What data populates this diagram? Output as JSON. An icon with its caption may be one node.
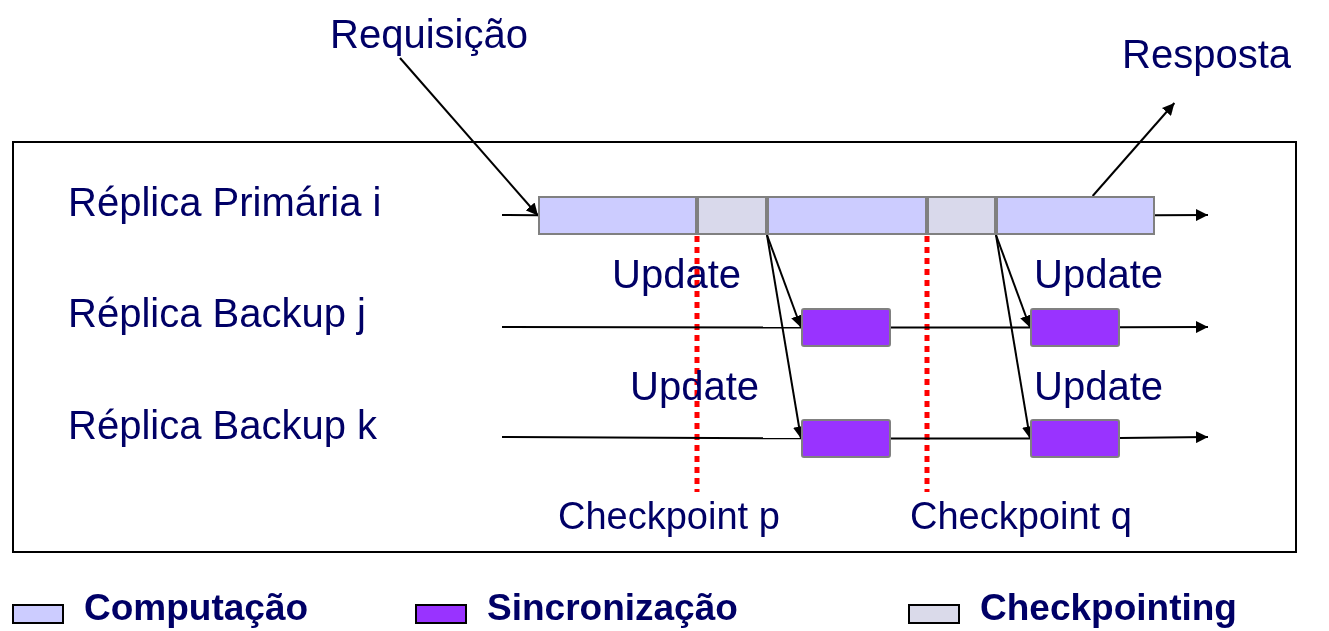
{
  "diagram": {
    "nodes": [
      {
        "text": [
          "Requisição"
        ]
      },
      {
        "text": [
          "Resposta"
        ]
      },
      {
        "text": [],
        "shape": "bar"
      },
      {
        "text": [],
        "shape": "bar"
      },
      {
        "text": [],
        "shape": "bar"
      },
      {
        "text": [],
        "shape": "bar"
      },
      {
        "text": [],
        "shape": "bar"
      },
      {
        "text": [],
        "shape": "box"
      },
      {
        "text": [],
        "shape": "box"
      },
      {
        "text": [],
        "shape": "box"
      },
      {
        "text": [],
        "shape": "box"
      }
    ],
    "edges": [
      {
        "from": 0,
        "to": 2,
        "arrow": "to"
      },
      {
        "from": null,
        "to": 2,
        "arrow": "none"
      },
      {
        "from": 6,
        "to": null,
        "arrow": "to"
      },
      {
        "from": 6,
        "to": 1,
        "arrow": "to"
      },
      {
        "from": 3,
        "to": 7,
        "arrow": "to"
      },
      {
        "from": 3,
        "to": 9,
        "arrow": "to"
      },
      {
        "from": 5,
        "to": 8,
        "arrow": "to"
      },
      {
        "from": 5,
        "to": 10,
        "arrow": "to"
      },
      {
        "from": null,
        "to": 7,
        "arrow": "none"
      },
      {
        "from": 7,
        "to": 8,
        "arrow": "none"
      },
      {
        "from": 8,
        "to": null,
        "arrow": "to"
      },
      {
        "from": null,
        "to": 9,
        "arrow": "none"
      },
      {
        "from": 9,
        "to": 10,
        "arrow": "none"
      },
      {
        "from": 10,
        "to": null,
        "arrow": "to"
      }
    ],
    "labels": [
      "Réplica Primária i",
      "Update",
      "Update",
      "Réplica Backup j",
      "Update",
      "Update",
      "Réplica Backup k",
      "Checkpoint p",
      "Checkpoint q"
    ],
    "legend": [
      {
        "text": "Computação",
        "color": "#ccccff"
      },
      {
        "text": "Sincronização",
        "color": "#9933ff"
      },
      {
        "text": "Checkpointing",
        "color": "#dadaea"
      }
    ]
  }
}
